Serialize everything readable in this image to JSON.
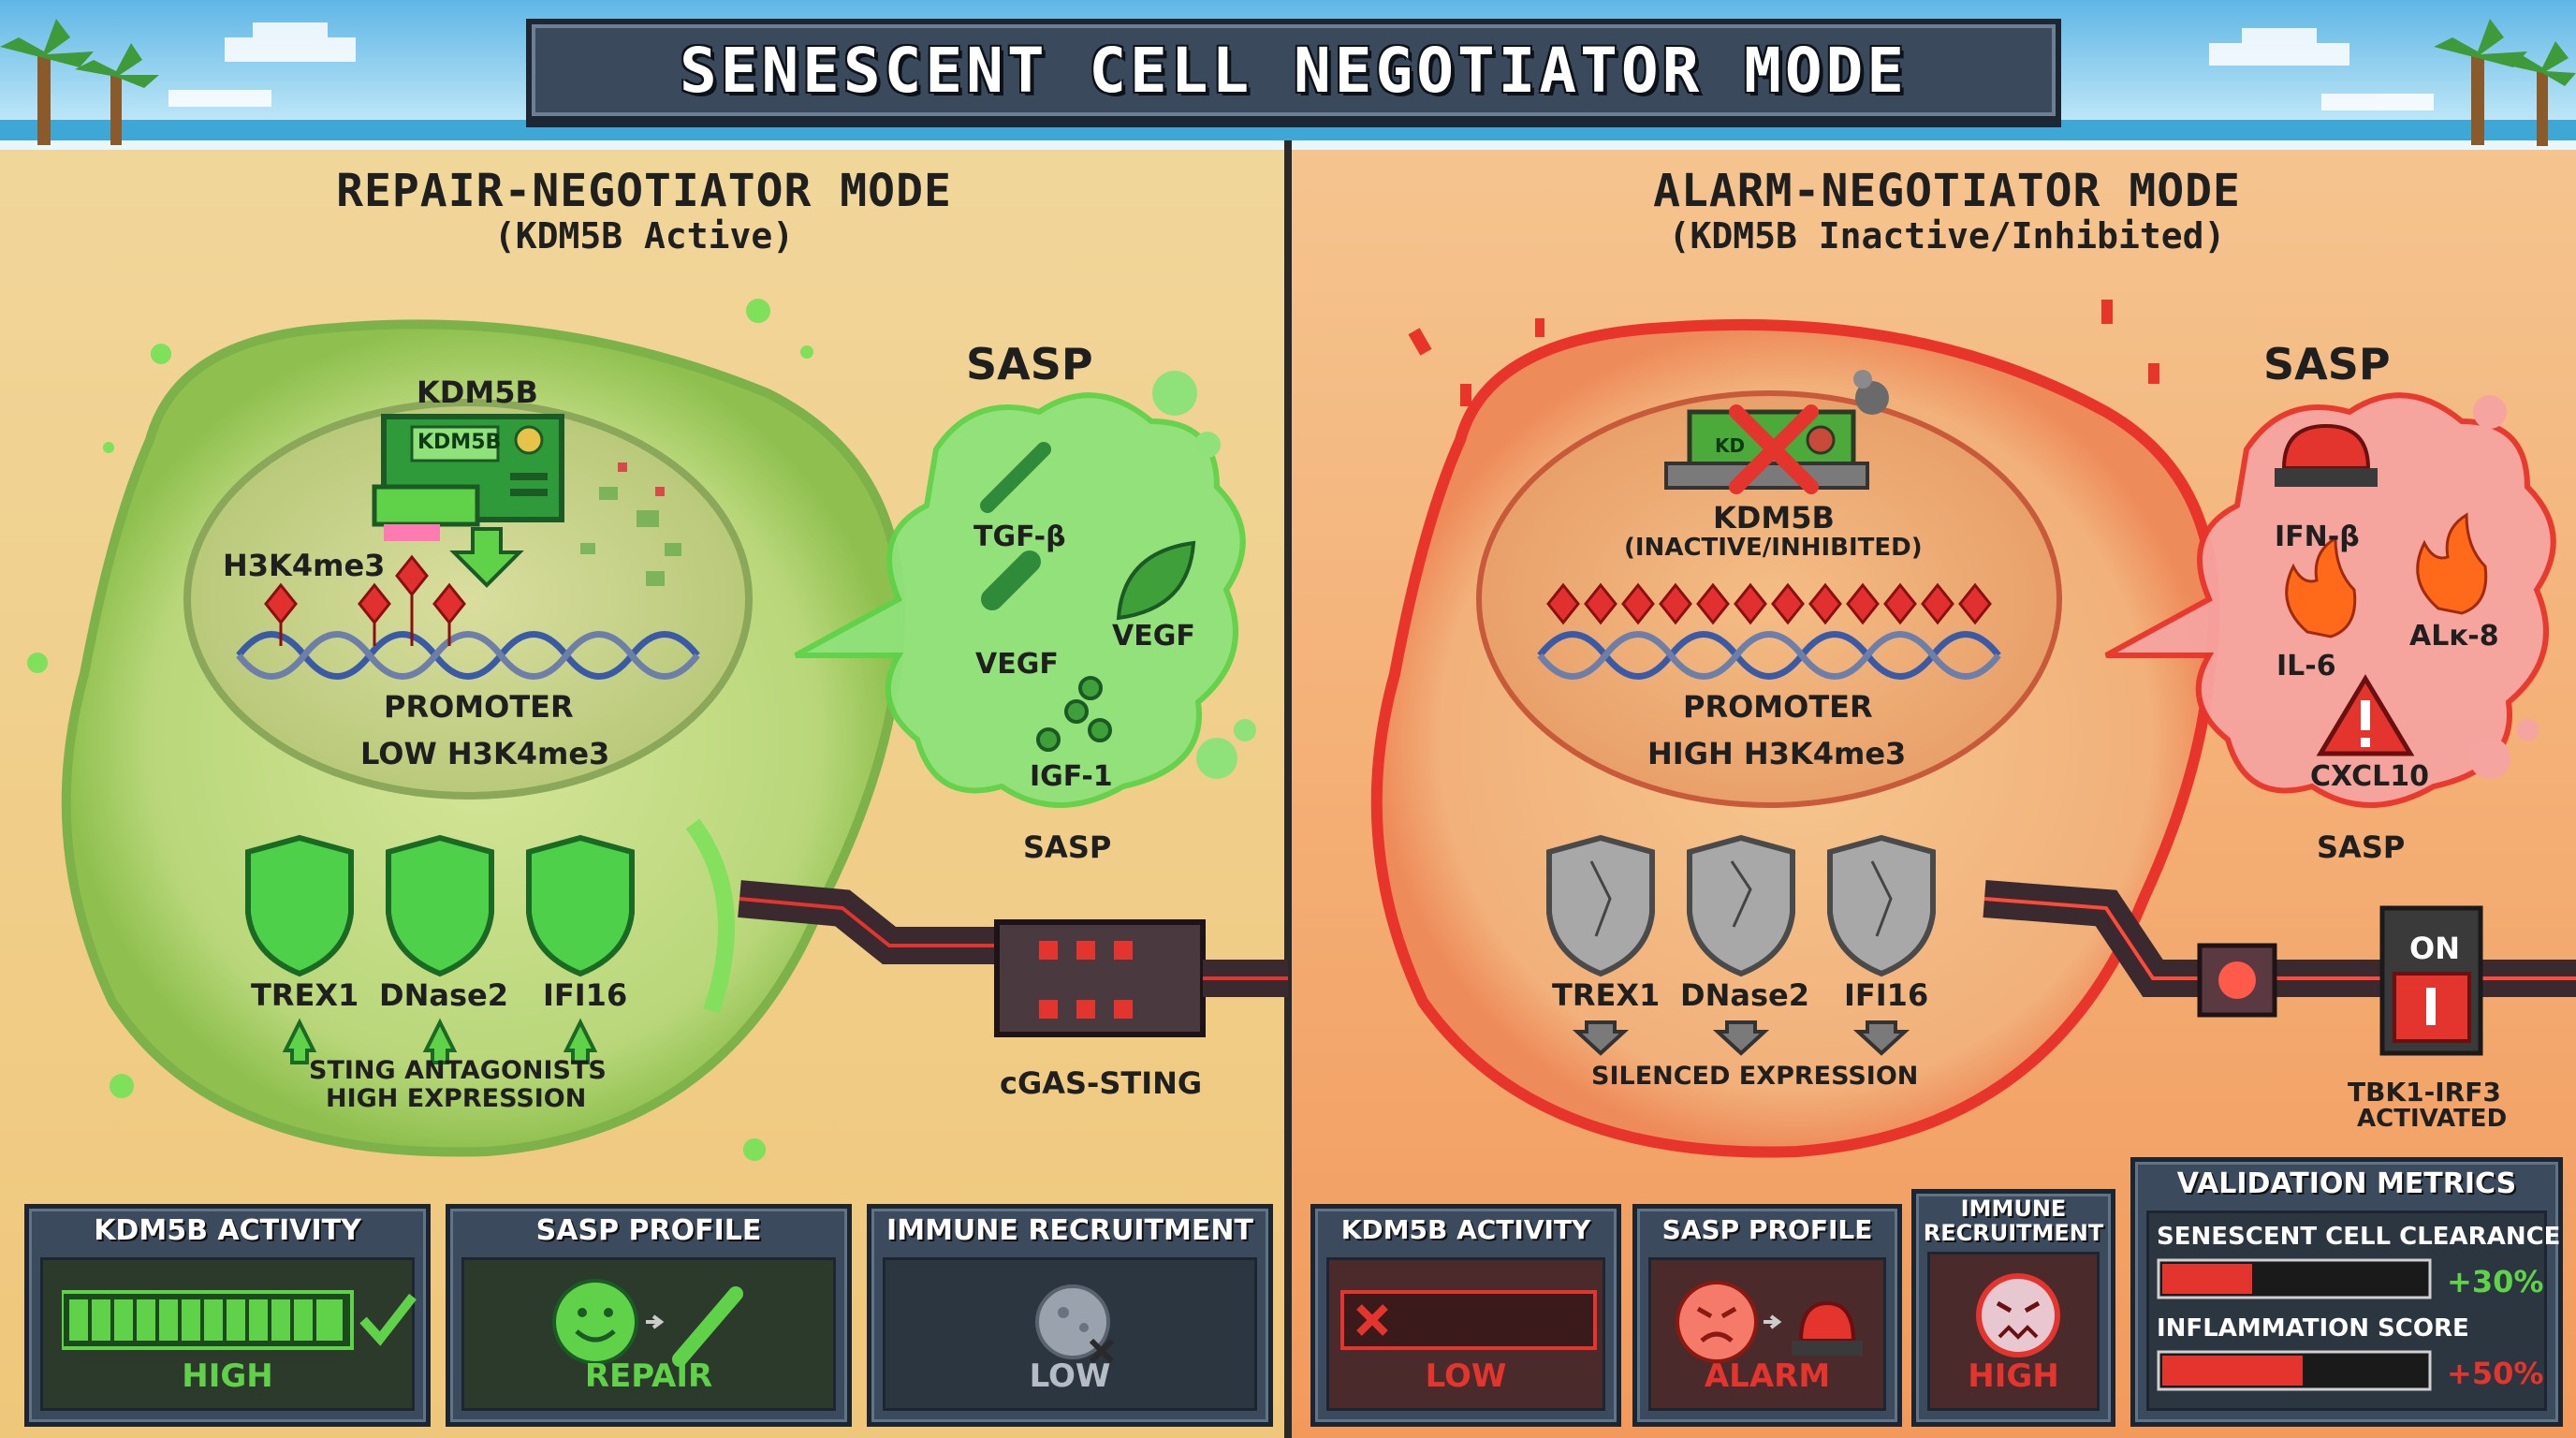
{
  "title": "SENESCENT CELL NEGOTIATOR MODE",
  "left": {
    "title": "REPAIR-NEGOTIATOR MODE",
    "subtitle": "(KDM5B Active)",
    "enzyme_label": "KDM5B",
    "enzyme_chip": "KDM5B",
    "mark_label": "H3K4me3",
    "promoter": "PROMOTER",
    "promoter_state": "LOW H3K4me3",
    "sasp_title": "SASP",
    "sasp_items": [
      "TGF-β",
      "VEGF",
      "VEGF",
      "IGF-1"
    ],
    "sasp_footer": "SASP",
    "shields": [
      "TREX1",
      "DNase2",
      "IFI16"
    ],
    "shield_note_1": "STING ANTAGONISTS",
    "shield_note_2": "HIGH EXPRESSION",
    "pathway": "cGAS-STING",
    "metrics": [
      {
        "head": "KDM5B ACTIVITY",
        "value": "HIGH"
      },
      {
        "head": "SASP PROFILE",
        "value": "REPAIR"
      },
      {
        "head": "IMMUNE RECRUITMENT",
        "value": "LOW"
      }
    ]
  },
  "right": {
    "title": "ALARM-NEGOTIATOR MODE",
    "subtitle": "(KDM5B Inactive/Inhibited)",
    "enzyme_chip": "KD",
    "enzyme_label": "KDM5B",
    "enzyme_state": "(INACTIVE/INHIBITED)",
    "promoter": "PROMOTER",
    "promoter_state": "HIGH H3K4me3",
    "sasp_title": "SASP",
    "sasp_items": [
      "IFN-β",
      "IL-6",
      "ALĸ-8",
      "CXCL10"
    ],
    "sasp_footer": "SASP",
    "shields": [
      "TREX1",
      "DNase2",
      "IFI16"
    ],
    "shield_note": "SILENCED EXPRESSION",
    "switch_label": "ON",
    "pathway_1": "TBK1-IRF3",
    "pathway_2": "ACTIVATED",
    "metrics": [
      {
        "head": "KDM5B ACTIVITY",
        "value": "LOW"
      },
      {
        "head": "SASP PROFILE",
        "value": "ALARM"
      },
      {
        "head_1": "IMMUNE",
        "head_2": "RECRUITMENT",
        "value": "HIGH"
      }
    ],
    "validation": {
      "head": "VALIDATION METRICS",
      "rows": [
        {
          "label": "SENESCENT CELL CLEARANCE",
          "value": "+30%",
          "fill": 0.3
        },
        {
          "label": "INFLAMMATION SCORE",
          "value": "+50%",
          "fill": 0.5
        }
      ]
    }
  },
  "colors": {
    "repair_green": "#5fd24a",
    "alarm_red": "#e8352c",
    "panel_dark": "#3b4a5d"
  }
}
